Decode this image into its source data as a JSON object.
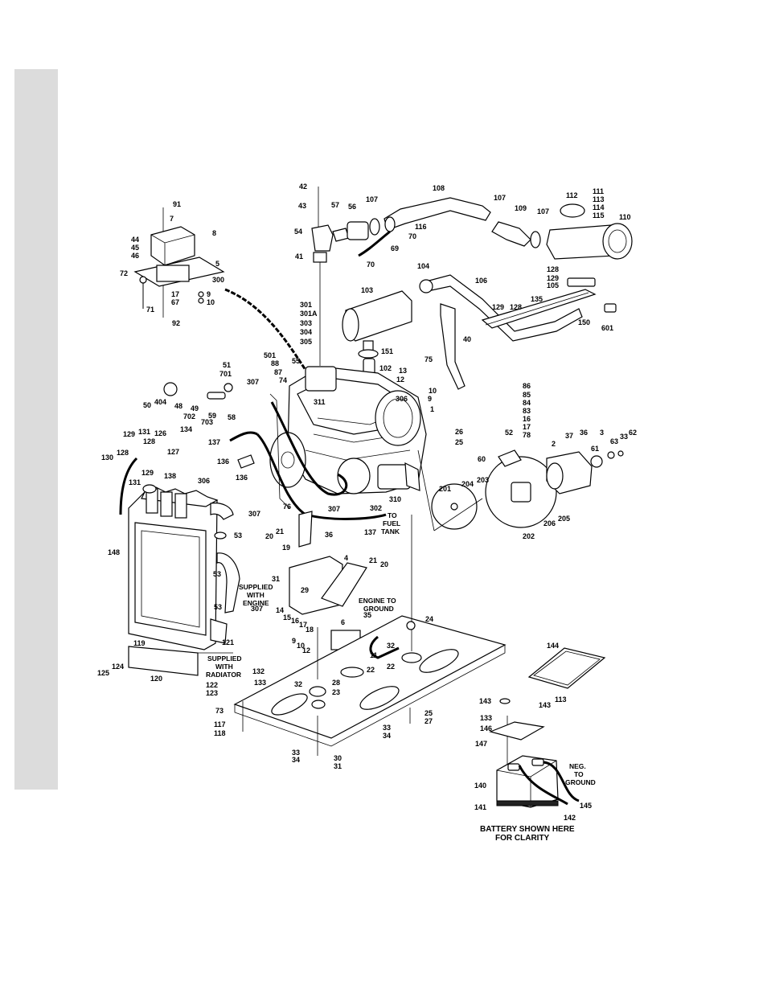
{
  "callouts": [
    {
      "id": "c91",
      "text": "91"
    },
    {
      "id": "c7",
      "text": "7"
    },
    {
      "id": "c8",
      "text": "8"
    },
    {
      "id": "c44",
      "text": "44"
    },
    {
      "id": "c45",
      "text": "45"
    },
    {
      "id": "c46",
      "text": "46"
    },
    {
      "id": "c5",
      "text": "5"
    },
    {
      "id": "c72",
      "text": "72"
    },
    {
      "id": "c300",
      "text": "300"
    },
    {
      "id": "c17a",
      "text": "17"
    },
    {
      "id": "c67",
      "text": "67"
    },
    {
      "id": "c9a",
      "text": "9"
    },
    {
      "id": "c10a",
      "text": "10"
    },
    {
      "id": "c71",
      "text": "71"
    },
    {
      "id": "c92",
      "text": "92"
    },
    {
      "id": "c42",
      "text": "42"
    },
    {
      "id": "c43",
      "text": "43"
    },
    {
      "id": "c57",
      "text": "57"
    },
    {
      "id": "c56",
      "text": "56"
    },
    {
      "id": "c54",
      "text": "54"
    },
    {
      "id": "c41",
      "text": "41"
    },
    {
      "id": "c107a",
      "text": "107"
    },
    {
      "id": "c108",
      "text": "108"
    },
    {
      "id": "c116",
      "text": "116"
    },
    {
      "id": "c70a",
      "text": "70"
    },
    {
      "id": "c69",
      "text": "69"
    },
    {
      "id": "c70b",
      "text": "70"
    },
    {
      "id": "c107b",
      "text": "107"
    },
    {
      "id": "c109",
      "text": "109"
    },
    {
      "id": "c107c",
      "text": "107"
    },
    {
      "id": "c112",
      "text": "112"
    },
    {
      "id": "c111",
      "text": "111"
    },
    {
      "id": "c113a",
      "text": "113"
    },
    {
      "id": "c114",
      "text": "114"
    },
    {
      "id": "c115",
      "text": "115"
    },
    {
      "id": "c110",
      "text": "110"
    },
    {
      "id": "c104",
      "text": "104"
    },
    {
      "id": "c106",
      "text": "106"
    },
    {
      "id": "c128a",
      "text": "128"
    },
    {
      "id": "c129a",
      "text": "129"
    },
    {
      "id": "c105",
      "text": "105"
    },
    {
      "id": "c103",
      "text": "103"
    },
    {
      "id": "c135",
      "text": "135"
    },
    {
      "id": "c129b",
      "text": "129"
    },
    {
      "id": "c128b",
      "text": "128"
    },
    {
      "id": "c150",
      "text": "150"
    },
    {
      "id": "c601",
      "text": "601"
    },
    {
      "id": "c301",
      "text": "301"
    },
    {
      "id": "c301A",
      "text": "301A"
    },
    {
      "id": "c303",
      "text": "303"
    },
    {
      "id": "c304",
      "text": "304"
    },
    {
      "id": "c305",
      "text": "305"
    },
    {
      "id": "c151",
      "text": "151"
    },
    {
      "id": "c40",
      "text": "40"
    },
    {
      "id": "c501",
      "text": "501"
    },
    {
      "id": "c88",
      "text": "88"
    },
    {
      "id": "c87",
      "text": "87"
    },
    {
      "id": "c74",
      "text": "74"
    },
    {
      "id": "c55",
      "text": "55"
    },
    {
      "id": "c102",
      "text": "102"
    },
    {
      "id": "c75",
      "text": "75"
    },
    {
      "id": "c13",
      "text": "13"
    },
    {
      "id": "c12a",
      "text": "12"
    },
    {
      "id": "c10b",
      "text": "10"
    },
    {
      "id": "c9b",
      "text": "9"
    },
    {
      "id": "c51",
      "text": "51"
    },
    {
      "id": "c701",
      "text": "701"
    },
    {
      "id": "c307a",
      "text": "307"
    },
    {
      "id": "c311",
      "text": "311"
    },
    {
      "id": "c306a",
      "text": "306"
    },
    {
      "id": "c1",
      "text": "1"
    },
    {
      "id": "c50",
      "text": "50"
    },
    {
      "id": "c404",
      "text": "404"
    },
    {
      "id": "c48",
      "text": "48"
    },
    {
      "id": "c49",
      "text": "49"
    },
    {
      "id": "c702",
      "text": "702"
    },
    {
      "id": "c59",
      "text": "59"
    },
    {
      "id": "c703",
      "text": "703"
    },
    {
      "id": "c58",
      "text": "58"
    },
    {
      "id": "c86",
      "text": "86"
    },
    {
      "id": "c85",
      "text": "85"
    },
    {
      "id": "c84",
      "text": "84"
    },
    {
      "id": "c83",
      "text": "83"
    },
    {
      "id": "c16a",
      "text": "16"
    },
    {
      "id": "c17b",
      "text": "17"
    },
    {
      "id": "c78",
      "text": "78"
    },
    {
      "id": "c26",
      "text": "26"
    },
    {
      "id": "c25a",
      "text": "25"
    },
    {
      "id": "c52",
      "text": "52"
    },
    {
      "id": "c2",
      "text": "2"
    },
    {
      "id": "c37",
      "text": "37"
    },
    {
      "id": "c36a",
      "text": "36"
    },
    {
      "id": "c3",
      "text": "3"
    },
    {
      "id": "c63",
      "text": "63"
    },
    {
      "id": "c33a",
      "text": "33"
    },
    {
      "id": "c62",
      "text": "62"
    },
    {
      "id": "c60",
      "text": "60"
    },
    {
      "id": "c61",
      "text": "61"
    },
    {
      "id": "c129c",
      "text": "129"
    },
    {
      "id": "c131a",
      "text": "131"
    },
    {
      "id": "c128c",
      "text": "128"
    },
    {
      "id": "c126",
      "text": "126"
    },
    {
      "id": "c134",
      "text": "134"
    },
    {
      "id": "c130",
      "text": "130"
    },
    {
      "id": "c128d",
      "text": "128"
    },
    {
      "id": "c127",
      "text": "127"
    },
    {
      "id": "c129d",
      "text": "129"
    },
    {
      "id": "c138",
      "text": "138"
    },
    {
      "id": "c131b",
      "text": "131"
    },
    {
      "id": "c137a",
      "text": "137"
    },
    {
      "id": "c136a",
      "text": "136"
    },
    {
      "id": "c306b",
      "text": "306"
    },
    {
      "id": "c136b",
      "text": "136"
    },
    {
      "id": "c76",
      "text": "76"
    },
    {
      "id": "c307b",
      "text": "307"
    },
    {
      "id": "c302",
      "text": "302"
    },
    {
      "id": "c310",
      "text": "310"
    },
    {
      "id": "c201",
      "text": "201"
    },
    {
      "id": "c204",
      "text": "204"
    },
    {
      "id": "c203",
      "text": "203"
    },
    {
      "id": "c202",
      "text": "202"
    },
    {
      "id": "c206",
      "text": "206"
    },
    {
      "id": "c205",
      "text": "205"
    },
    {
      "id": "c307c",
      "text": "307"
    },
    {
      "id": "c53a",
      "text": "53"
    },
    {
      "id": "c148",
      "text": "148"
    },
    {
      "id": "c21a",
      "text": "21"
    },
    {
      "id": "c20a",
      "text": "20"
    },
    {
      "id": "c19",
      "text": "19"
    },
    {
      "id": "c36b",
      "text": "36"
    },
    {
      "id": "c137b",
      "text": "137"
    },
    {
      "id": "c53b",
      "text": "53"
    },
    {
      "id": "c4",
      "text": "4"
    },
    {
      "id": "c21b",
      "text": "21"
    },
    {
      "id": "c20b",
      "text": "20"
    },
    {
      "id": "c31a",
      "text": "31"
    },
    {
      "id": "c29",
      "text": "29"
    },
    {
      "id": "c53c",
      "text": "53"
    },
    {
      "id": "c14",
      "text": "14"
    },
    {
      "id": "c15",
      "text": "15"
    },
    {
      "id": "c16b",
      "text": "16"
    },
    {
      "id": "c17c",
      "text": "17"
    },
    {
      "id": "c18",
      "text": "18"
    },
    {
      "id": "c35",
      "text": "35"
    },
    {
      "id": "c24",
      "text": "24"
    },
    {
      "id": "c6",
      "text": "6"
    },
    {
      "id": "c307d",
      "text": "307"
    },
    {
      "id": "c121",
      "text": "121"
    },
    {
      "id": "c119",
      "text": "119"
    },
    {
      "id": "c9c",
      "text": "9"
    },
    {
      "id": "c10c",
      "text": "10"
    },
    {
      "id": "c12b",
      "text": "12"
    },
    {
      "id": "c11",
      "text": "11"
    },
    {
      "id": "c32a",
      "text": "32"
    },
    {
      "id": "c22a",
      "text": "22"
    },
    {
      "id": "c22b",
      "text": "22"
    },
    {
      "id": "c125",
      "text": "125"
    },
    {
      "id": "c124",
      "text": "124"
    },
    {
      "id": "c120",
      "text": "120"
    },
    {
      "id": "c132",
      "text": "132"
    },
    {
      "id": "c133a",
      "text": "133"
    },
    {
      "id": "c122",
      "text": "122"
    },
    {
      "id": "c123",
      "text": "123"
    },
    {
      "id": "c32b",
      "text": "32"
    },
    {
      "id": "c28",
      "text": "28"
    },
    {
      "id": "c23",
      "text": "23"
    },
    {
      "id": "c73",
      "text": "73"
    },
    {
      "id": "c117",
      "text": "117"
    },
    {
      "id": "c118",
      "text": "118"
    },
    {
      "id": "c25b",
      "text": "25"
    },
    {
      "id": "c27",
      "text": "27"
    },
    {
      "id": "c33b",
      "text": "33"
    },
    {
      "id": "c34a",
      "text": "34"
    },
    {
      "id": "c33c",
      "text": "33"
    },
    {
      "id": "c34b",
      "text": "34"
    },
    {
      "id": "c30",
      "text": "30"
    },
    {
      "id": "c31b",
      "text": "31"
    },
    {
      "id": "c144",
      "text": "144"
    },
    {
      "id": "c143a",
      "text": "143"
    },
    {
      "id": "c113b",
      "text": "113"
    },
    {
      "id": "c143b",
      "text": "143"
    },
    {
      "id": "c133b",
      "text": "133"
    },
    {
      "id": "c146",
      "text": "146"
    },
    {
      "id": "c147",
      "text": "147"
    },
    {
      "id": "c140",
      "text": "140"
    },
    {
      "id": "c141",
      "text": "141"
    },
    {
      "id": "c145",
      "text": "145"
    },
    {
      "id": "c142",
      "text": "142"
    }
  ],
  "captions": {
    "to_fuel_tank": [
      "TO",
      "FUEL",
      "TANK"
    ],
    "supplied_with_engine": [
      "SUPPLIED",
      "WITH",
      "ENGINE"
    ],
    "supplied_with_radiator": [
      "SUPPLIED",
      "WITH",
      "RADIATOR"
    ],
    "engine_to_ground": [
      "ENGINE TO",
      "GROUND"
    ],
    "neg_to_ground": [
      "NEG.",
      "TO",
      "GROUND"
    ],
    "battery_note": [
      "BATTERY SHOWN HERE",
      "FOR CLARITY"
    ]
  }
}
